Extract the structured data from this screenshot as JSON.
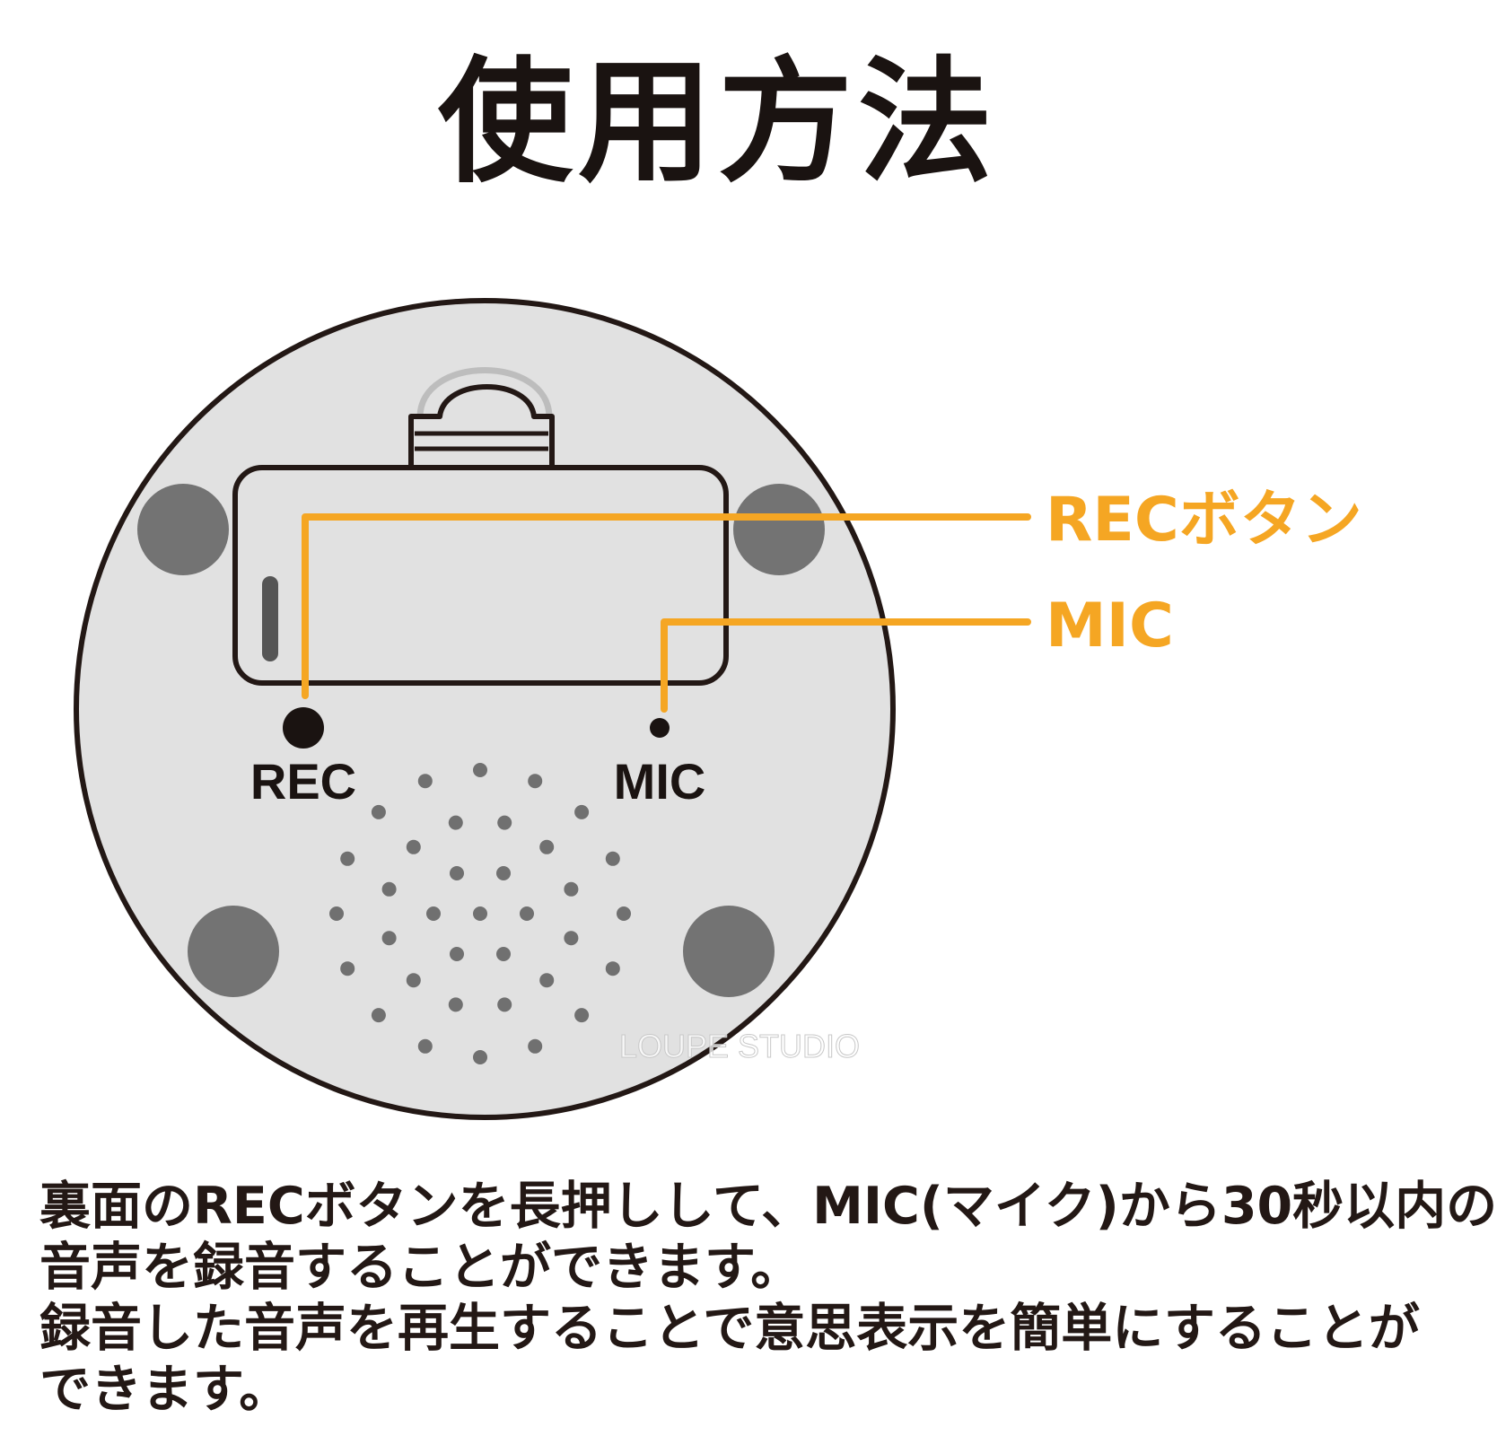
{
  "title": "使用方法",
  "device": {
    "rec_label": "REC",
    "mic_label": "MIC"
  },
  "callouts": {
    "rec_button": "RECボタン",
    "mic": "MIC"
  },
  "watermark": "LOUPE STUDIO",
  "description": [
    "裏面のRECボタンを長押しして、MIC(マイク)から30秒以内の",
    "音声を録音することができます。",
    "録音した音声を再生することで意思表示を簡単にすることが",
    "できます。"
  ],
  "colors": {
    "accent": "#f5a623",
    "body_fill": "#e1e1e1",
    "outline": "#231815",
    "foot": "#737373",
    "hole": "#707070"
  }
}
